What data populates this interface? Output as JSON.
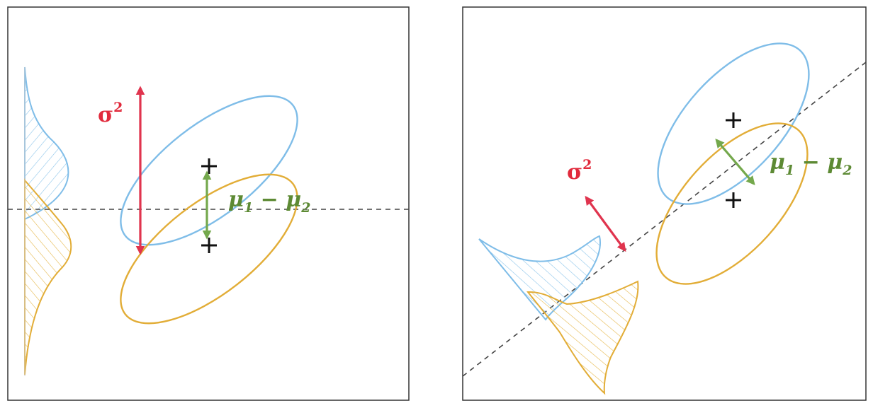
{
  "figure": {
    "colors": {
      "class1": "#7fbde8",
      "class2": "#e2ad37",
      "variance_label": "#e12a3c",
      "mean_diff_label": "#5d8a34",
      "variance_arrow": "#e0344e",
      "mean_diff_arrow": "#74a84c",
      "projection_line": "#444444"
    },
    "left_panel": {
      "variance_label": {
        "symbol": "σ",
        "sup": "2"
      },
      "mean_diff_label": {
        "mu1": "μ",
        "sub1": "1",
        "minus": " − ",
        "mu2": "μ",
        "sub2": "2"
      }
    },
    "right_panel": {
      "variance_label": {
        "symbol": "σ",
        "sup": "2"
      },
      "mean_diff_label": {
        "mu1": "μ",
        "sub1": "1",
        "minus": " − ",
        "mu2": "μ",
        "sub2": "2"
      }
    }
  }
}
